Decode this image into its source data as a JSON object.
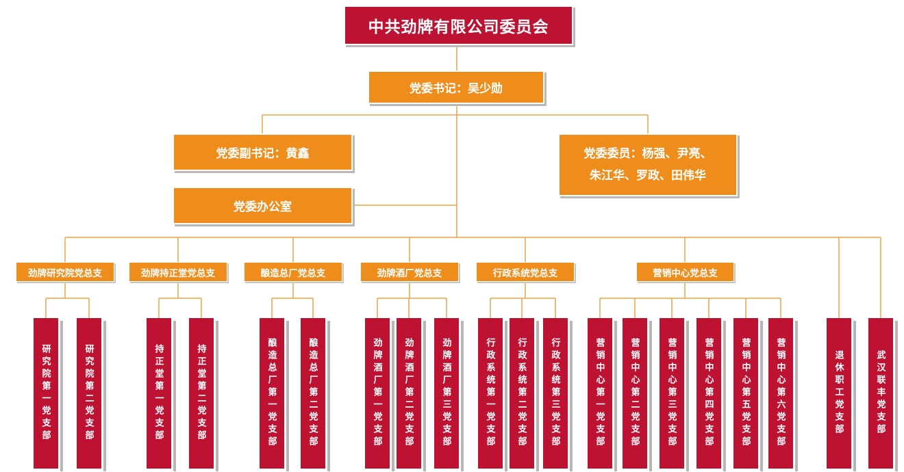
{
  "colors": {
    "node_red": "#be1233",
    "node_orange": "#ee8c1c",
    "connector_line": "#f1a245",
    "shadow_gray": "#bcb8b4",
    "text_white": "#ffffff"
  },
  "root": {
    "label": "中共劲牌有限公司委员会"
  },
  "secretary": {
    "label": "党委书记：吴少勋"
  },
  "deputy_secretary": {
    "label": "党委副书记：黄鑫"
  },
  "party_office": {
    "label": "党委办公室"
  },
  "committee_members": {
    "line1": "党委委员：杨强、尹亮、",
    "line2": "朱江华、罗政、田伟华"
  },
  "general_branches": [
    {
      "name": "劲牌研究院党总支",
      "children": [
        "研究院第一党支部",
        "研究院第二党支部"
      ]
    },
    {
      "name": "劲牌持正堂党总支",
      "children": [
        "持正堂第一党支部",
        "持正堂第二党支部"
      ]
    },
    {
      "name": "酿造总厂党总支",
      "children": [
        "酿造总厂第一党支部",
        "酿造总厂第二党支部"
      ]
    },
    {
      "name": "劲牌酒厂党总支",
      "children": [
        "劲牌酒厂第一党支部",
        "劲牌酒厂第二党支部",
        "劲牌酒厂第三党支部"
      ]
    },
    {
      "name": "行政系统党总支",
      "children": [
        "行政系统第一党支部",
        "行政系统第二党支部",
        "行政系统第三党支部"
      ]
    },
    {
      "name": "营销中心党总支",
      "children": [
        "营销中心第一党支部",
        "营销中心第二党支部",
        "营销中心第三党支部",
        "营销中心第四党支部",
        "营销中心第五党支部",
        "营销中心第六党支部"
      ]
    }
  ],
  "direct_branches": [
    "退休职工党支部",
    "武汉联丰党支部"
  ]
}
